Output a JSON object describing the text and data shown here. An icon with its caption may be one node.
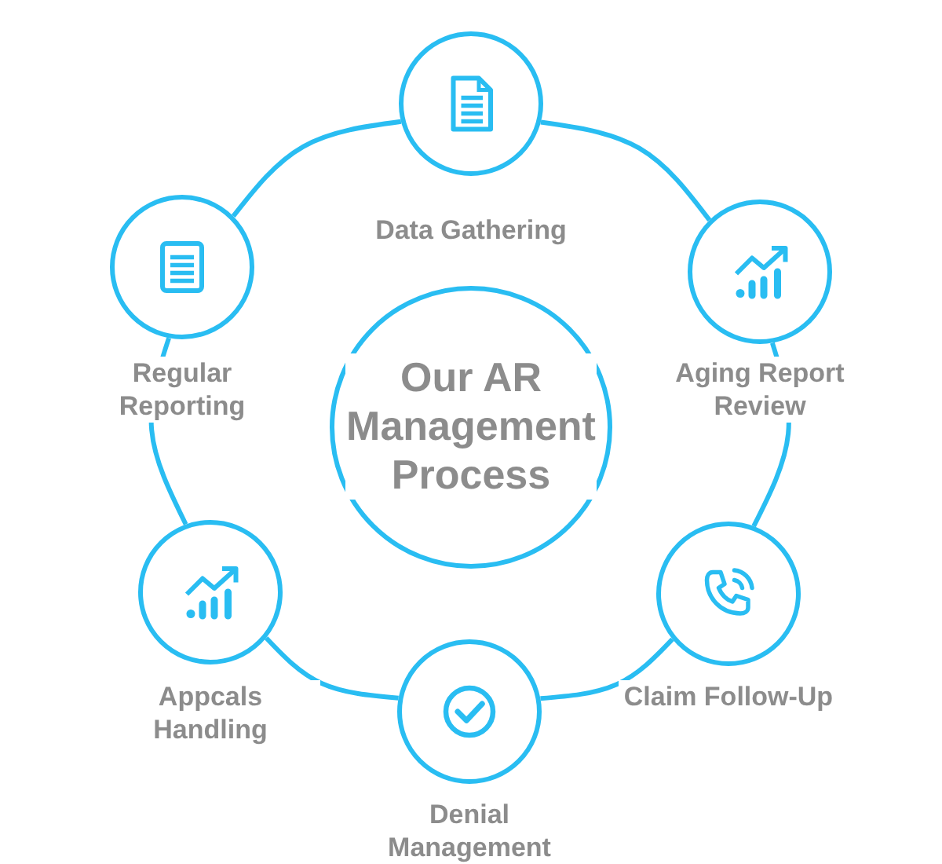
{
  "diagram": {
    "nodes": [
      {
        "text": [
          "Our AR Management Process"
        ]
      },
      {
        "text": [
          "Data Gathering"
        ]
      },
      {
        "text": [
          "Aging Report Review"
        ]
      },
      {
        "text": [
          "Claim Follow-Up"
        ]
      },
      {
        "text": [
          "Denial Management"
        ]
      },
      {
        "text": [
          "Appcals Handling"
        ]
      },
      {
        "text": [
          "Regular Reporting"
        ]
      }
    ],
    "edges": [
      {
        "from": 1,
        "to": 2,
        "arrow": "none"
      },
      {
        "from": 2,
        "to": 3,
        "arrow": "none"
      },
      {
        "from": 3,
        "to": 4,
        "arrow": "none"
      },
      {
        "from": 4,
        "to": 5,
        "arrow": "none"
      },
      {
        "from": 5,
        "to": 6,
        "arrow": "none"
      },
      {
        "from": 6,
        "to": 1,
        "arrow": "none"
      }
    ]
  }
}
